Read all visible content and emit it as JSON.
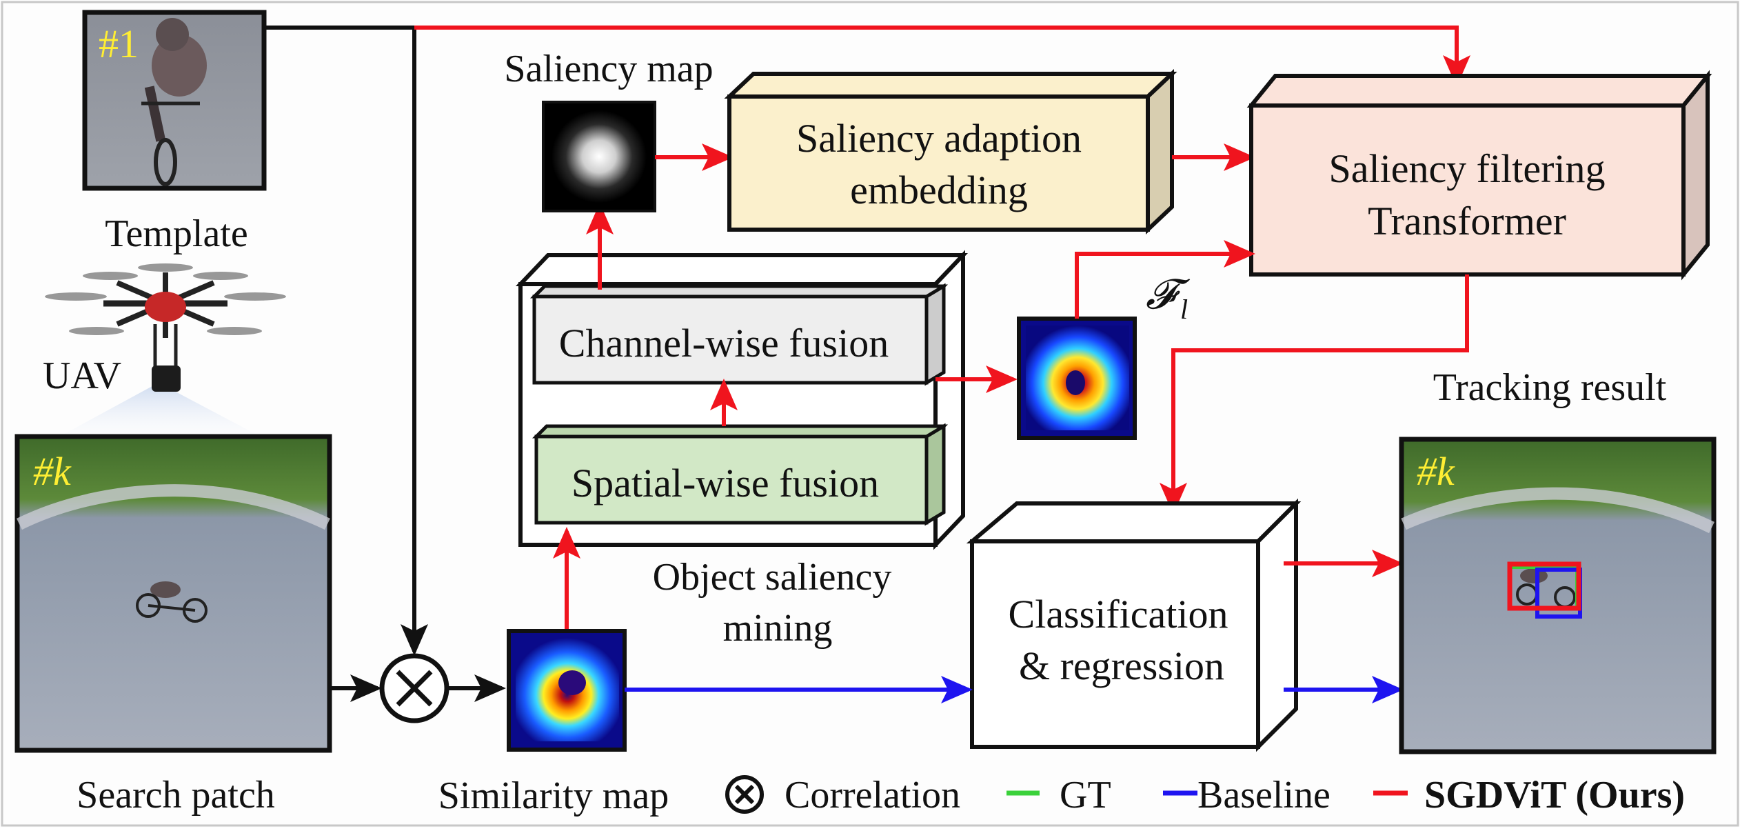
{
  "template": {
    "label": "Template",
    "frame_tag": "#1"
  },
  "uav": {
    "label": "UAV"
  },
  "search": {
    "label": "Search patch",
    "frame_tag": "#k"
  },
  "saliency_map": {
    "label": "Saliency map"
  },
  "similarity_map": {
    "label": "Similarity map"
  },
  "feature": {
    "symbol": "𝓕",
    "subscript": "l"
  },
  "blocks": {
    "saliency_adaption": [
      "Saliency adaption",
      "embedding"
    ],
    "saliency_filtering": [
      "Saliency filtering",
      "Transformer"
    ],
    "channel_fusion": "Channel-wise fusion",
    "spatial_fusion": "Spatial-wise fusion",
    "object_saliency": [
      "Object saliency",
      "mining"
    ],
    "cls_reg": [
      "Classification",
      "& regression"
    ]
  },
  "tracking": {
    "label": "Tracking result",
    "frame_tag": "#k"
  },
  "legend": {
    "correlation": "Correlation",
    "gt": "GT",
    "baseline": "Baseline",
    "ours": "SGDViT (Ours)"
  },
  "colors": {
    "red": "#f0141e",
    "blue": "#1e14f0",
    "green": "#3ad13a",
    "black": "#111111",
    "adaption_fill": "#fbf0cc",
    "adaption_side": "#d8ceb0",
    "transformer_fill": "#fbe3da",
    "transformer_side": "#d8c3bc",
    "channel_fill": "#eeeeee",
    "spatial_fill": "#d2e8c6"
  }
}
